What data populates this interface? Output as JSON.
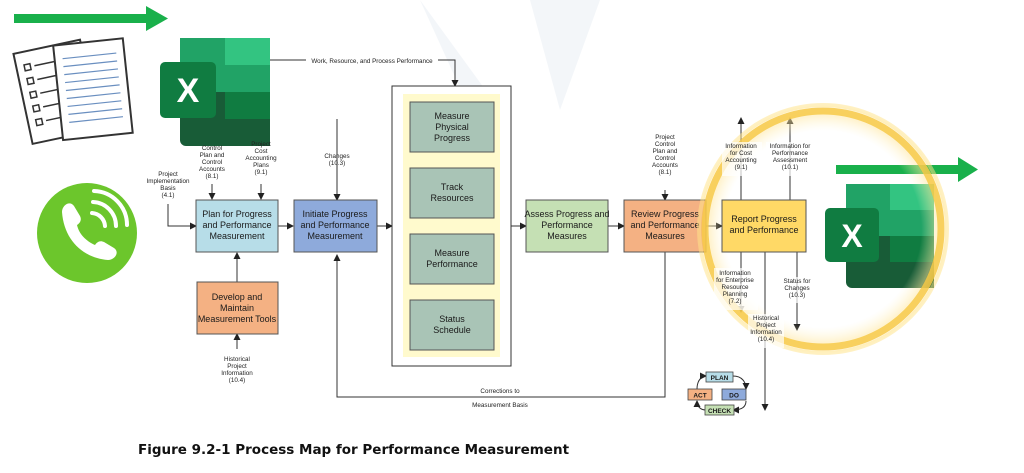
{
  "caption": "Figure 9.2-1 Process Map for Performance Measurement",
  "boxes": {
    "plan": [
      "Plan for Progress",
      "and Performance",
      "Measurement"
    ],
    "initiate": [
      "Initiate Progress",
      "and Performance",
      "Measurement"
    ],
    "develop": [
      "Develop and",
      "Maintain",
      "Measurement Tools"
    ],
    "measure_physical": [
      "Measure",
      "Physical",
      "Progress"
    ],
    "track": [
      "Track",
      "Resources"
    ],
    "measure_perf": [
      "Measure",
      "Performance"
    ],
    "status": [
      "Status",
      "Schedule"
    ],
    "assess": [
      "Assess Progress and",
      "Performance",
      "Measures"
    ],
    "review": [
      "Review Progress",
      "and Performance",
      "Measures"
    ],
    "report": [
      "Report Progress",
      "and Performance"
    ]
  },
  "labels": {
    "work_resource": "Work, Resource, and Process Performance",
    "impl_basis": [
      "Project",
      "Implementation",
      "Basis",
      "(4.1)"
    ],
    "control_plan": [
      "Control",
      "Plan and",
      "Control",
      "Accounts",
      "(8.1)"
    ],
    "cost_plans": [
      "Project",
      "Cost",
      "Accounting",
      "Plans",
      "(9.1)"
    ],
    "changes": [
      "Changes",
      "(10.3)"
    ],
    "historical_left": [
      "Historical",
      "Project",
      "Information",
      "(10.4)"
    ],
    "corrections": [
      "Corrections to",
      "Measurement Basis"
    ],
    "project_control": [
      "Project",
      "Control",
      "Plan and",
      "Control",
      "Accounts",
      "(8.1)"
    ],
    "info_cost": [
      "Information",
      "for Cost",
      "Accounting",
      "(9.1)"
    ],
    "info_perf": [
      "Information for",
      "Performance",
      "Assessment",
      "(10.1)"
    ],
    "info_enterprise": [
      "Information",
      "for Enterprise",
      "Resource",
      "Planning",
      "(7.2)"
    ],
    "status_changes": [
      "Status for",
      "Changes",
      "(10.3)"
    ],
    "historical_right": [
      "Historical",
      "Project",
      "Information",
      "(10.4)"
    ]
  },
  "pdca": {
    "plan": "PLAN",
    "do": "DO",
    "check": "CHECK",
    "act": "ACT"
  },
  "icons": {
    "excel_letter": "X",
    "colors": {
      "arrow_green": "#19b04b",
      "phone_green": "#6cc62c",
      "excel_dark": "#185c37",
      "excel_mid": "#21a366",
      "excel_light": "#33c481",
      "highlight": "#f7c948"
    }
  }
}
